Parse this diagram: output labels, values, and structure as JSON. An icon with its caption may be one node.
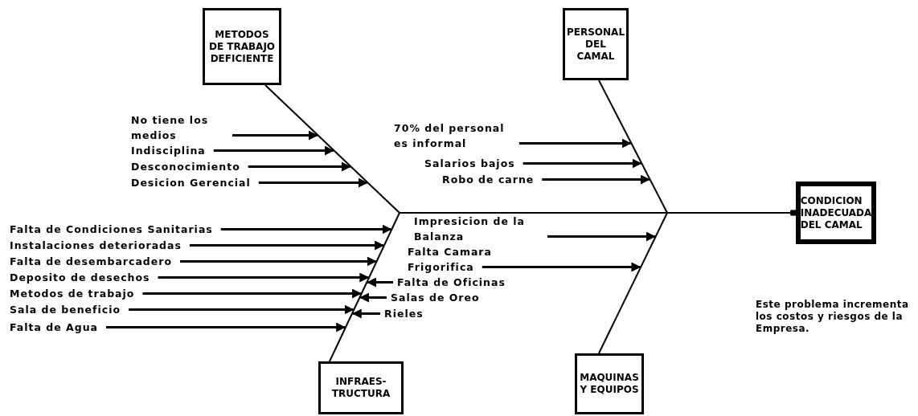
{
  "diagram": {
    "nodes": [
      {
        "text": [
          "METODOS DE TRABAJO DEFICIENTE"
        ]
      },
      {
        "text": [
          "PERSONAL DEL CAMAL"
        ]
      },
      {
        "text": [
          "CONDICION INADECUADA DEL CAMAL"
        ]
      },
      {
        "text": [
          "INFRAES- TRUCTURA"
        ]
      },
      {
        "text": [
          "MAQUINAS Y EQUIPOS"
        ]
      },
      {
        "text": [
          "No tiene los medios"
        ]
      },
      {
        "text": [
          "Indisciplina"
        ]
      },
      {
        "text": [
          "Desconocimiento"
        ]
      },
      {
        "text": [
          "Desicion Gerencial"
        ]
      },
      {
        "text": [
          "70% del personal es informal"
        ]
      },
      {
        "text": [
          "Salarios bajos"
        ]
      },
      {
        "text": [
          "Robo de carne"
        ]
      },
      {
        "text": [
          "Falta de Condiciones Sanitarias"
        ]
      },
      {
        "text": [
          "Instalaciones deterioradas"
        ]
      },
      {
        "text": [
          "Falta de desembarcadero"
        ]
      },
      {
        "text": [
          "Deposito de desechos"
        ]
      },
      {
        "text": [
          "Metodos de trabajo"
        ]
      },
      {
        "text": [
          "Sala de beneficio"
        ]
      },
      {
        "text": [
          "Falta de Agua"
        ]
      },
      {
        "text": [
          "Impresicion de la Balanza"
        ]
      },
      {
        "text": [
          "Falta Camara Frigorifica"
        ]
      },
      {
        "text": [
          "Falta de Oficinas"
        ]
      },
      {
        "text": [
          "Salas de Oreo"
        ]
      },
      {
        "text": [
          "Rieles"
        ]
      },
      {
        "text": [],
        "shape": "line"
      },
      {
        "text": [],
        "shape": "line"
      },
      {
        "text": [],
        "shape": "line"
      },
      {
        "text": [],
        "shape": "line"
      }
    ],
    "edges": [
      {
        "from": 5,
        "to": 24,
        "arrow": "to"
      },
      {
        "from": 6,
        "to": 24,
        "arrow": "to"
      },
      {
        "from": 7,
        "to": 24,
        "arrow": "to"
      },
      {
        "from": 8,
        "to": 24,
        "arrow": "to"
      },
      {
        "from": 9,
        "to": 25,
        "arrow": "to"
      },
      {
        "from": 10,
        "to": 25,
        "arrow": "to"
      },
      {
        "from": 11,
        "to": 25,
        "arrow": "to"
      },
      {
        "from": 12,
        "to": 26,
        "arrow": "to"
      },
      {
        "from": 13,
        "to": 26,
        "arrow": "to"
      },
      {
        "from": 14,
        "to": 26,
        "arrow": "to"
      },
      {
        "from": 15,
        "to": 26,
        "arrow": "to"
      },
      {
        "from": 16,
        "to": 26,
        "arrow": "to"
      },
      {
        "from": 17,
        "to": 26,
        "arrow": "to"
      },
      {
        "from": 18,
        "to": 26,
        "arrow": "to"
      },
      {
        "from": 19,
        "to": 27,
        "arrow": "to"
      },
      {
        "from": 20,
        "to": 27,
        "arrow": "to"
      },
      {
        "from": 21,
        "to": 26,
        "arrow": "to"
      },
      {
        "from": 22,
        "to": 26,
        "arrow": "to"
      },
      {
        "from": 23,
        "to": 26,
        "arrow": "to"
      },
      {
        "from": 24,
        "to": 2,
        "arrow": "other"
      },
      {
        "from": 25,
        "to": 2,
        "arrow": "other"
      },
      {
        "from": 26,
        "to": 2,
        "arrow": "other"
      },
      {
        "from": 27,
        "to": 2,
        "arrow": "other"
      }
    ],
    "labels": [
      "Este problema incrementa los costos y riesgos de la Empresa."
    ]
  }
}
